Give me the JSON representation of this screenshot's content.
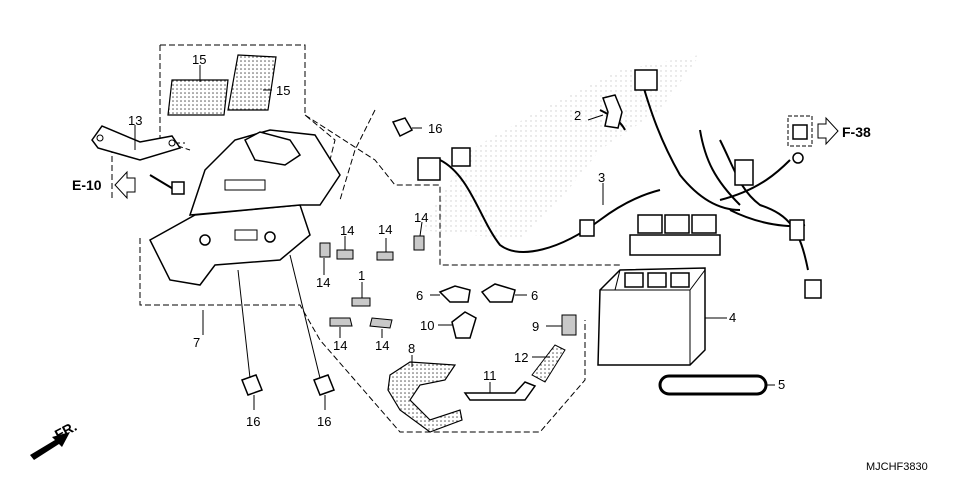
{
  "callouts": {
    "c1": "1",
    "c2": "2",
    "c3": "3",
    "c4": "4",
    "c5": "5",
    "c6a": "6",
    "c6b": "6",
    "c7": "7",
    "c8": "8",
    "c9": "9",
    "c10": "10",
    "c11": "11",
    "c12": "12",
    "c13": "13",
    "c14a": "14",
    "c14b": "14",
    "c14c": "14",
    "c14d": "14",
    "c14e": "14",
    "c14f": "14",
    "c15a": "15",
    "c15b": "15",
    "c16a": "16",
    "c16b": "16",
    "c16c": "16"
  },
  "refs": {
    "e10": "E-10",
    "f38": "F-38",
    "front": "FR."
  },
  "diagram_code": "MJCHF3830"
}
